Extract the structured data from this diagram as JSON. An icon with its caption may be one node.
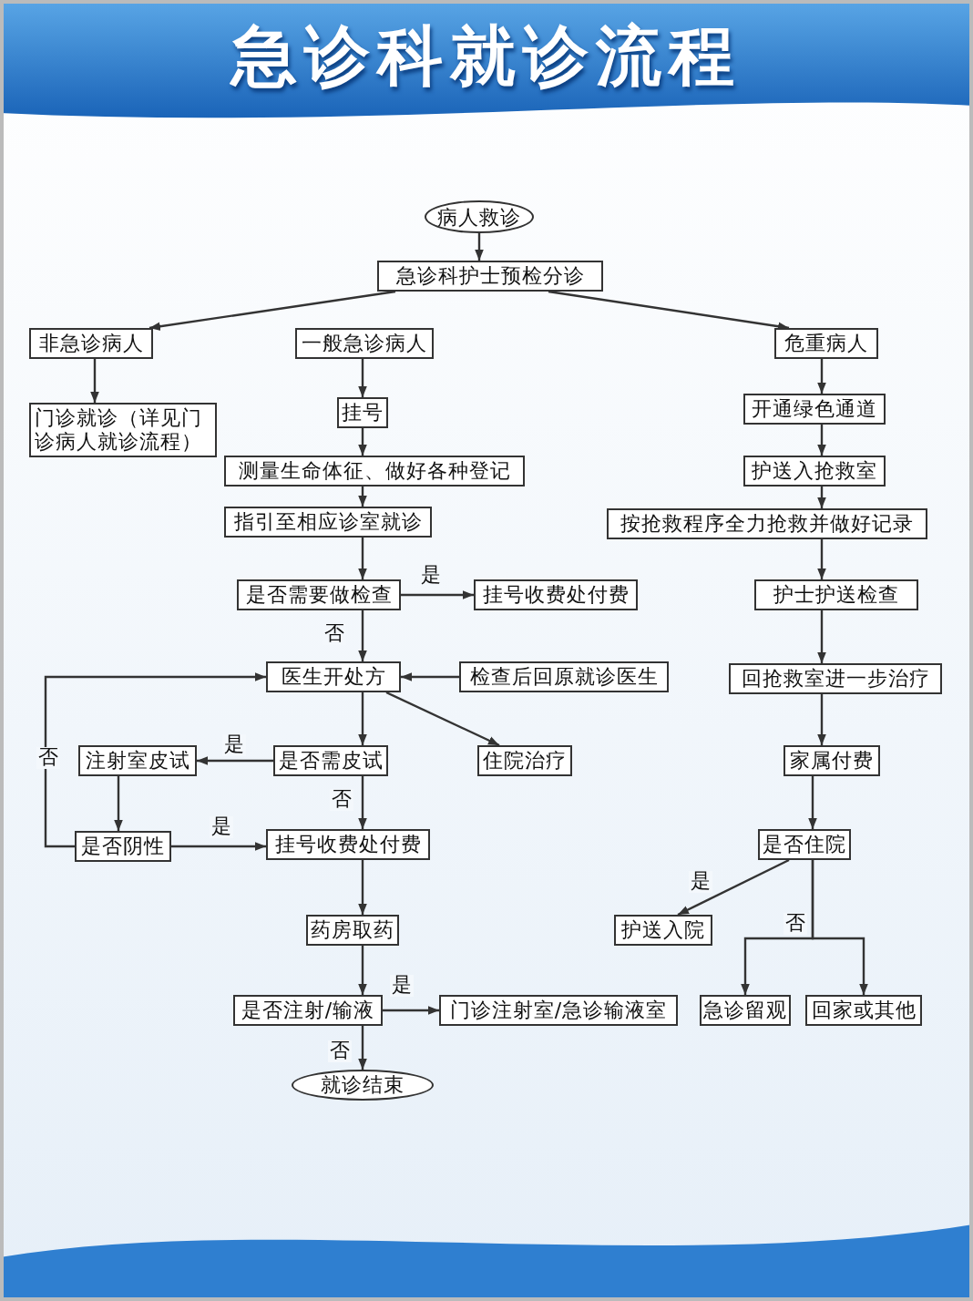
{
  "diagram": {
    "title": "急诊科就诊流程",
    "nodes": [
      {
        "text": [
          "病人救诊"
        ]
      },
      {
        "text": [
          "急诊科护士预检分诊"
        ]
      },
      {
        "text": [
          "非急诊病人"
        ]
      },
      {
        "text": [
          "一般急诊病人"
        ]
      },
      {
        "text": [
          "危重病人"
        ]
      },
      {
        "text": [
          "门诊就诊（详见门诊病人就诊流程）"
        ]
      },
      {
        "text": [
          "挂号"
        ]
      },
      {
        "text": [
          "开通绿色通道"
        ]
      },
      {
        "text": [
          "测量生命体征、做好各种登记"
        ]
      },
      {
        "text": [
          "护送入抢救室"
        ]
      },
      {
        "text": [
          "指引至相应诊室就诊"
        ]
      },
      {
        "text": [
          "按抢救程序全力抢救并做好记录"
        ]
      },
      {
        "text": [
          "是否需要做检查"
        ]
      },
      {
        "text": [
          "挂号收费处付费"
        ]
      },
      {
        "text": [
          "护士护送检查"
        ]
      },
      {
        "text": [
          "医生开处方"
        ]
      },
      {
        "text": [
          "检查后回原就诊医生"
        ]
      },
      {
        "text": [
          "回抢救室进一步治疗"
        ]
      },
      {
        "text": [
          "注射室皮试"
        ]
      },
      {
        "text": [
          "是否需皮试"
        ]
      },
      {
        "text": [
          "住院治疗"
        ]
      },
      {
        "text": [
          "家属付费"
        ]
      },
      {
        "text": [
          "是否阴性"
        ]
      },
      {
        "text": [
          "挂号收费处付费"
        ]
      },
      {
        "text": [
          "是否住院"
        ]
      },
      {
        "text": [
          "护送入院"
        ]
      },
      {
        "text": [
          "药房取药"
        ]
      },
      {
        "text": [
          "是否注射/输液"
        ]
      },
      {
        "text": [
          "门诊注射室/急诊输液室"
        ]
      },
      {
        "text": [
          "急诊留观"
        ]
      },
      {
        "text": [
          "回家或其他"
        ]
      },
      {
        "text": [
          "就诊结束"
        ]
      }
    ],
    "edges": [
      {
        "from": 0,
        "to": 1,
        "arrow": "to"
      },
      {
        "from": 1,
        "to": 2,
        "arrow": "to"
      },
      {
        "from": 1,
        "to": 4,
        "arrow": "to"
      },
      {
        "from": 2,
        "to": 5,
        "arrow": "to"
      },
      {
        "from": 3,
        "to": 6,
        "arrow": "to"
      },
      {
        "from": 6,
        "to": 8,
        "arrow": "to"
      },
      {
        "from": 8,
        "to": 10,
        "arrow": "to"
      },
      {
        "from": 10,
        "to": 12,
        "arrow": "to"
      },
      {
        "from": 12,
        "to": 13,
        "arrow": "to",
        "label": "是"
      },
      {
        "from": 12,
        "to": 15,
        "arrow": "to",
        "label": "否"
      },
      {
        "from": 16,
        "to": 15,
        "arrow": "to"
      },
      {
        "from": 15,
        "to": 19,
        "arrow": "to"
      },
      {
        "from": 15,
        "to": 20,
        "arrow": "to"
      },
      {
        "from": 19,
        "to": 18,
        "arrow": "to",
        "label": "是"
      },
      {
        "from": 19,
        "to": 23,
        "arrow": "to",
        "label": "否"
      },
      {
        "from": 18,
        "to": 22,
        "arrow": "to"
      },
      {
        "from": 22,
        "to": 23,
        "arrow": "to",
        "label": "是"
      },
      {
        "from": 22,
        "to": 15,
        "arrow": "to",
        "label": "否"
      },
      {
        "from": 23,
        "to": 26,
        "arrow": "to"
      },
      {
        "from": 26,
        "to": 27,
        "arrow": "to"
      },
      {
        "from": 27,
        "to": 28,
        "arrow": "to",
        "label": "是"
      },
      {
        "from": 27,
        "to": 31,
        "arrow": "to",
        "label": "否"
      },
      {
        "from": 4,
        "to": 7,
        "arrow": "to"
      },
      {
        "from": 7,
        "to": 9,
        "arrow": "to"
      },
      {
        "from": 9,
        "to": 11,
        "arrow": "to"
      },
      {
        "from": 11,
        "to": 14,
        "arrow": "to"
      },
      {
        "from": 14,
        "to": 17,
        "arrow": "to"
      },
      {
        "from": 17,
        "to": 21,
        "arrow": "to"
      },
      {
        "from": 21,
        "to": 24,
        "arrow": "to"
      },
      {
        "from": 24,
        "to": 25,
        "arrow": "to",
        "label": "是"
      },
      {
        "from": 24,
        "to": 29,
        "arrow": "to",
        "label": "否"
      },
      {
        "from": 24,
        "to": 30,
        "arrow": "to"
      }
    ]
  }
}
